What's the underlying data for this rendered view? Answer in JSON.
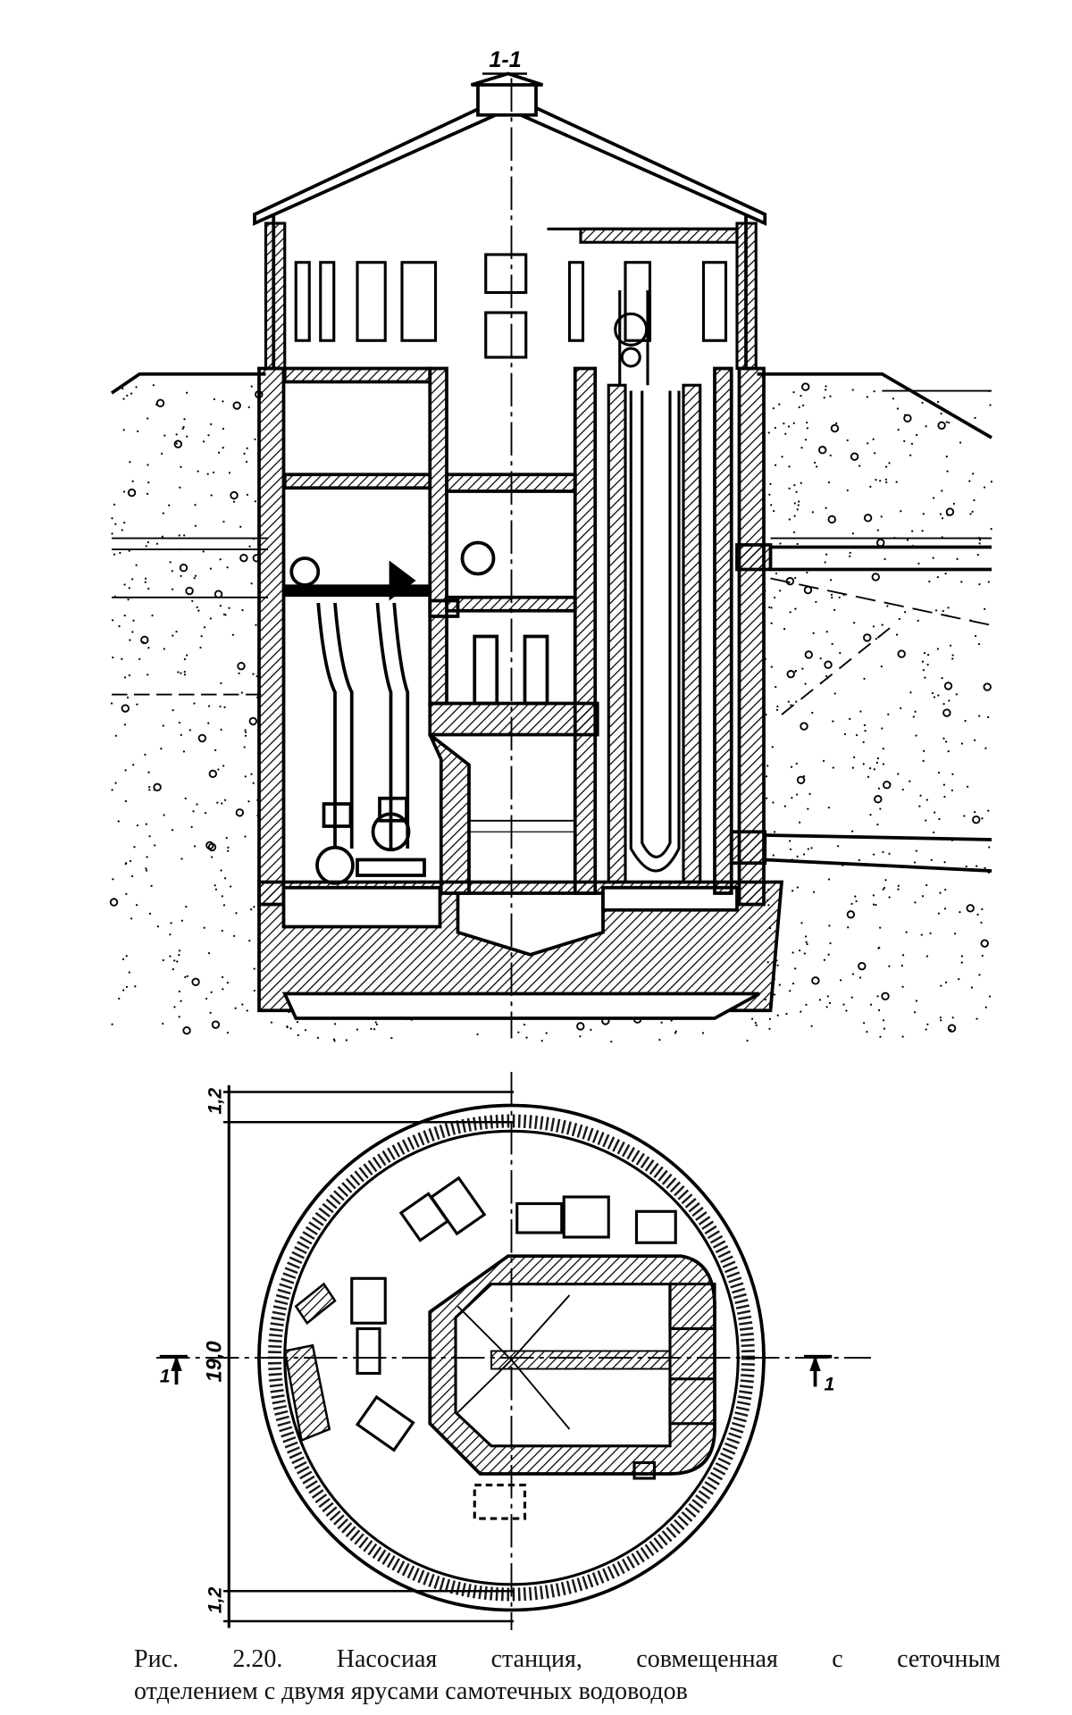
{
  "section_label": "1-1",
  "plan": {
    "dimension_top": "1,2",
    "dimension_diameter": "19,0",
    "dimension_bottom": "1,2",
    "section_mark_left": "1",
    "section_mark_right": "1"
  },
  "caption": {
    "line1": "Рис. 2.20. Насосиая станция, совмещенная с сеточным",
    "line2": "отделением с двумя ярусами самотечных водоводов"
  },
  "colors": {
    "ink": "#000000",
    "paper": "#ffffff"
  }
}
